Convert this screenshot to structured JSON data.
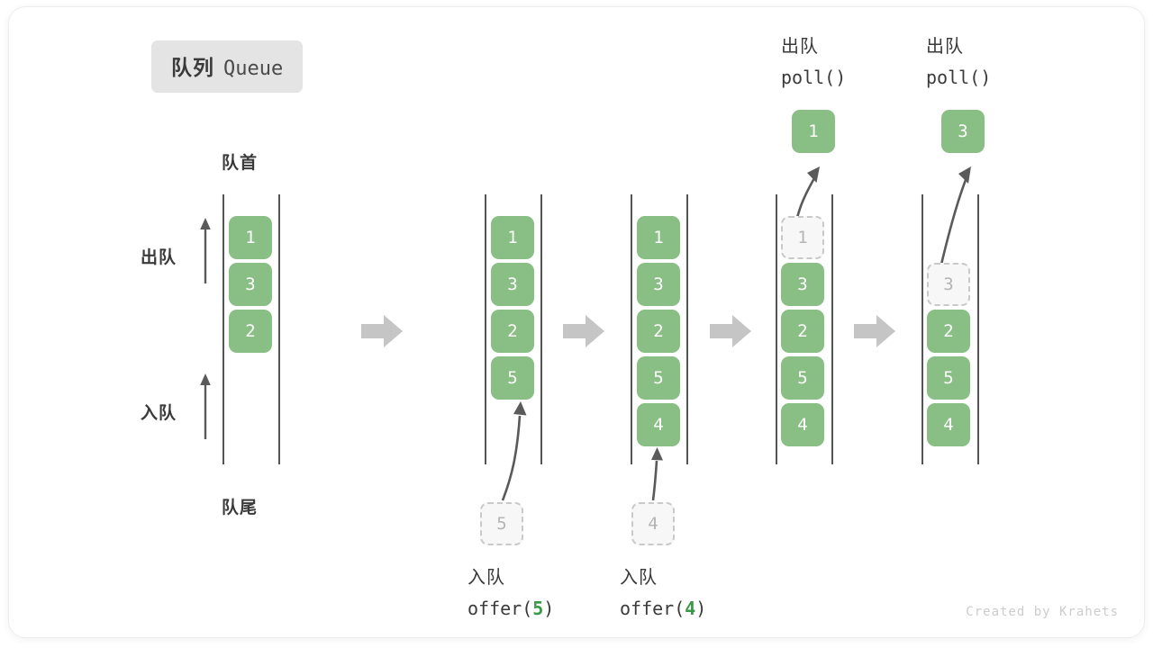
{
  "title": {
    "cn": "队列",
    "en": "Queue"
  },
  "labels": {
    "head": "队首",
    "tail": "队尾",
    "dequeue_side": "出队",
    "enqueue_side": "入队"
  },
  "colors": {
    "cell_fill": "#89bf85",
    "cell_text": "#ffffff",
    "ghost_fill": "#f7f7f7",
    "ghost_border": "#c9c9c9",
    "ghost_text": "#b4b4b4",
    "rail": "#555555",
    "step_arrow": "#c5c5c5",
    "accent_green": "#3a9947",
    "badge_bg": "#e4e4e4",
    "text_dark": "#3a3a3a"
  },
  "columns": [
    {
      "id": "initial",
      "cells": [
        {
          "value": "1",
          "state": "filled"
        },
        {
          "value": "3",
          "state": "filled"
        },
        {
          "value": "2",
          "state": "filled"
        }
      ],
      "popped": null,
      "incoming": null,
      "caption": null
    },
    {
      "id": "after-offer-5",
      "cells": [
        {
          "value": "1",
          "state": "filled"
        },
        {
          "value": "3",
          "state": "filled"
        },
        {
          "value": "2",
          "state": "filled"
        },
        {
          "value": "5",
          "state": "filled"
        }
      ],
      "popped": null,
      "incoming": {
        "value": "5",
        "state": "ghost"
      },
      "caption": {
        "cn": "入队",
        "code_prefix": "offer(",
        "code_num": "5",
        "code_suffix": ")"
      }
    },
    {
      "id": "after-offer-4",
      "cells": [
        {
          "value": "1",
          "state": "filled"
        },
        {
          "value": "3",
          "state": "filled"
        },
        {
          "value": "2",
          "state": "filled"
        },
        {
          "value": "5",
          "state": "filled"
        },
        {
          "value": "4",
          "state": "filled"
        }
      ],
      "popped": null,
      "incoming": {
        "value": "4",
        "state": "ghost"
      },
      "caption": {
        "cn": "入队",
        "code_prefix": "offer(",
        "code_num": "4",
        "code_suffix": ")"
      }
    },
    {
      "id": "after-poll-1",
      "cells": [
        {
          "value": "1",
          "state": "ghost"
        },
        {
          "value": "3",
          "state": "filled"
        },
        {
          "value": "2",
          "state": "filled"
        },
        {
          "value": "5",
          "state": "filled"
        },
        {
          "value": "4",
          "state": "filled"
        }
      ],
      "popped": {
        "value": "1",
        "state": "filled"
      },
      "incoming": null,
      "caption": {
        "cn": "出队",
        "code_prefix": "poll(",
        "code_num": "",
        "code_suffix": ")"
      }
    },
    {
      "id": "after-poll-3",
      "cells": [
        {
          "value": "3",
          "state": "ghost"
        },
        {
          "value": "2",
          "state": "filled"
        },
        {
          "value": "5",
          "state": "filled"
        },
        {
          "value": "4",
          "state": "filled"
        }
      ],
      "popped": {
        "value": "3",
        "state": "filled"
      },
      "incoming": null,
      "caption": {
        "cn": "出队",
        "code_prefix": "poll(",
        "code_num": "",
        "code_suffix": ")"
      }
    }
  ],
  "credit": "Created by Krahets"
}
